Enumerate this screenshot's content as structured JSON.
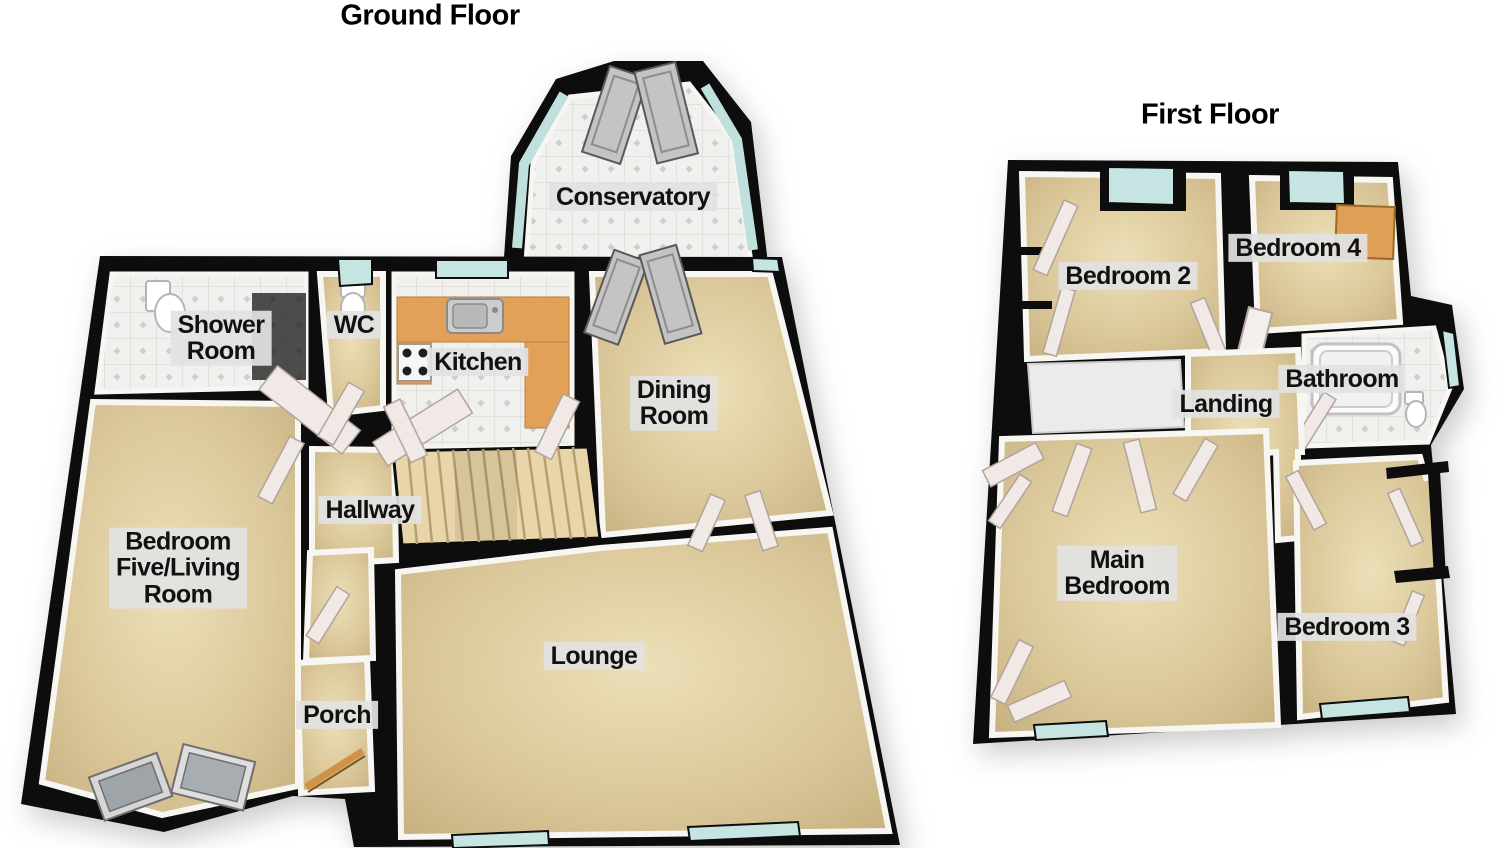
{
  "floor_plan": {
    "floors": [
      {
        "title": "Ground Floor",
        "rooms": [
          "Conservatory",
          "Shower\nRoom",
          "WC",
          "Kitchen",
          "Dining\nRoom",
          "Hallway",
          "Bedroom\nFive/Living\nRoom",
          "Porch",
          "Lounge"
        ]
      },
      {
        "title": "First Floor",
        "rooms": [
          "Bedroom 2",
          "Bedroom 4",
          "Bathroom",
          "Landing",
          "Main\nBedroom",
          "Bedroom 3"
        ]
      }
    ],
    "colors": {
      "wall": "#0d0d0d",
      "floor_wood": "#d9c79c",
      "window_glass": "#c6e4e2",
      "kitchen_counter": "#e3a058",
      "stair_tread": "#e8d5aa",
      "label_background": "#e4e4e4",
      "label_text": "#111111"
    }
  }
}
